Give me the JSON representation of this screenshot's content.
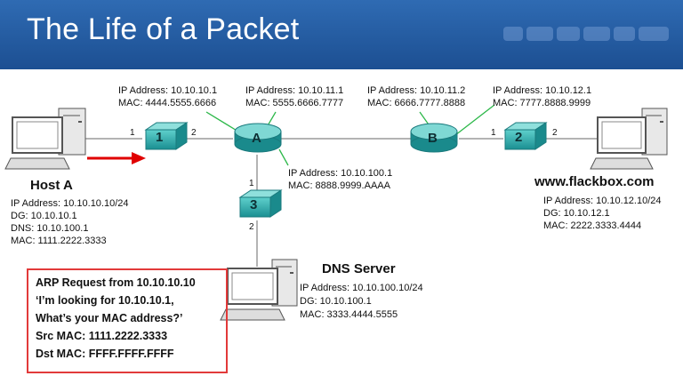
{
  "title": "The Life of a Packet",
  "header_decoration": [
    "block",
    "block",
    "block",
    "block",
    "block",
    "block"
  ],
  "router_a": {
    "name": "A",
    "ip": "IP Address: 10.10.10.1",
    "mac": "MAC: 4444.5555.6666"
  },
  "router_a_if2": {
    "ip": "IP Address: 10.10.11.1",
    "mac": "MAC: 5555.6666.7777"
  },
  "router_a_if3": {
    "ip": "IP Address: 10.10.100.1",
    "mac": "MAC: 8888.9999.AAAA"
  },
  "router_b": {
    "name": "B",
    "ip": "IP Address: 10.10.11.2",
    "mac": "MAC: 6666.7777.8888"
  },
  "router_b_if2": {
    "ip": "IP Address: 10.10.12.1",
    "mac": "MAC: 7777.8888.9999"
  },
  "switches": [
    {
      "name": "1",
      "port_left": "1",
      "port_right": "2"
    },
    {
      "name": "2",
      "port_left": "1",
      "port_right": "2"
    },
    {
      "name": "3",
      "port_top": "1",
      "port_bottom": "2"
    }
  ],
  "host_a": {
    "name": "Host A",
    "ip": "IP Address: 10.10.10.10/24",
    "dg": "DG: 10.10.10.1",
    "dns": "DNS: 10.10.100.1",
    "mac": "MAC: 1111.2222.3333"
  },
  "web_server": {
    "name": "www.flackbox.com",
    "ip": "IP Address: 10.10.12.10/24",
    "dg": "DG: 10.10.12.1",
    "mac": "MAC: 2222.3333.4444"
  },
  "dns_server": {
    "name": "DNS Server",
    "ip": "IP Address: 10.10.100.10/24",
    "dg": "DG: 10.10.100.1",
    "mac": "MAC: 3333.4444.5555"
  },
  "arp_box": {
    "line1": "ARP Request from 10.10.10.10",
    "line2": "‘I’m looking for 10.10.10.1,",
    "line3": "What’s your MAC address?’",
    "line4": "Src MAC: 1111.2222.3333",
    "line5": "Dst MAC: FFFF.FFFF.FFFF"
  },
  "colors": {
    "header": "#1c4f92",
    "device": "#2aa6a6",
    "callout_line": "#2db84a",
    "arrow": "#e00000",
    "arp_border": "#e23a3a"
  }
}
